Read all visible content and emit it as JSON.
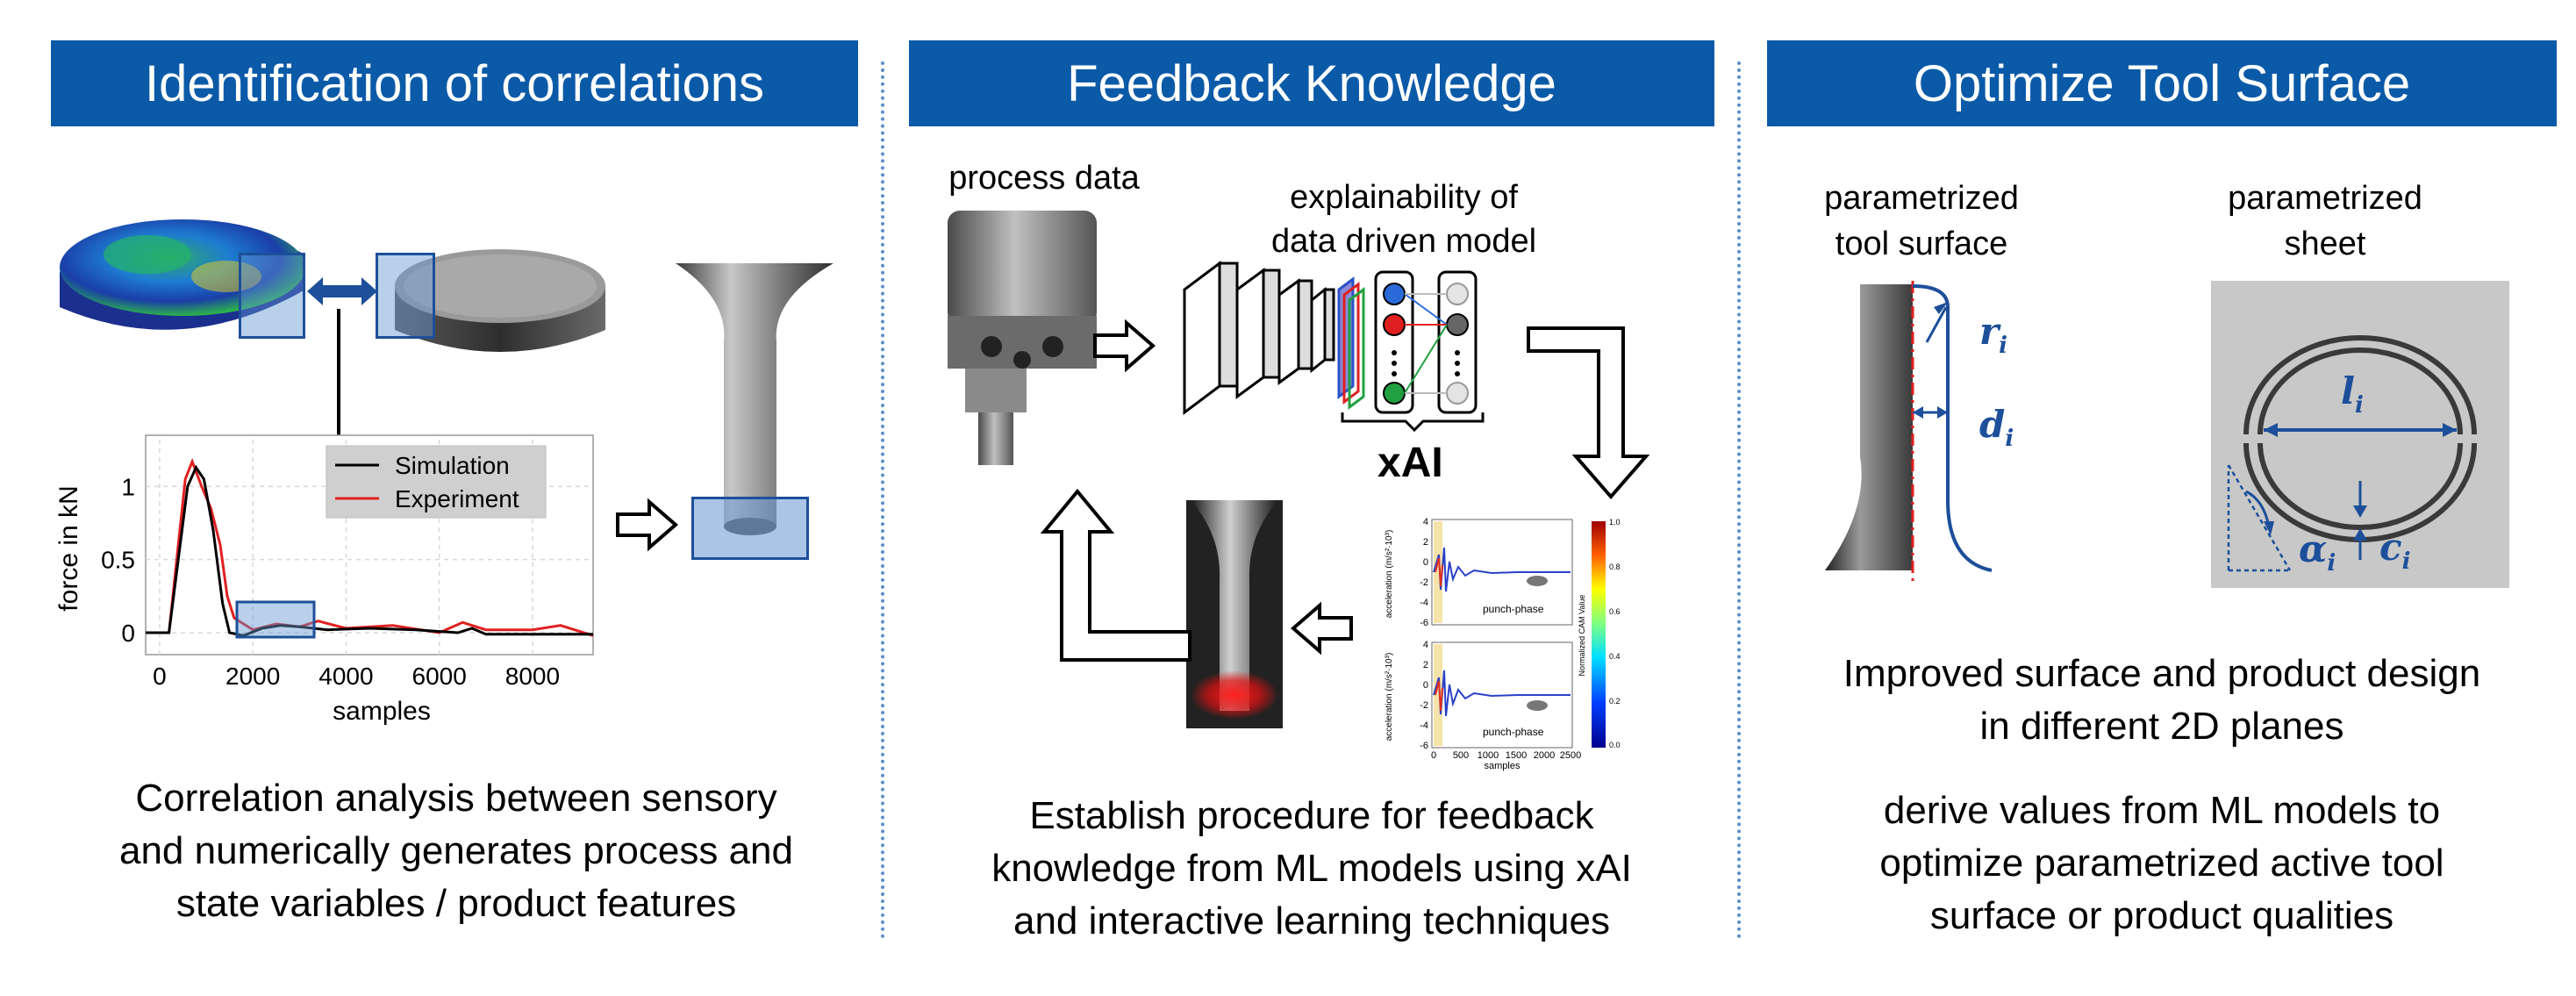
{
  "panels": [
    {
      "title": "Identification of correlations",
      "caption": [
        "Correlation analysis between sensory",
        "and numerically generates process and",
        "state variables / product features"
      ]
    },
    {
      "title": "Feedback Knowledge",
      "caption": [
        "Establish procedure for feedback",
        "knowledge from ML models using xAI",
        "and interactive learning techniques"
      ]
    },
    {
      "title": "Optimize Tool Surface",
      "caption": [
        "derive values from ML models to",
        "optimize parametrized active tool",
        "surface or product qualities"
      ]
    }
  ],
  "panel1": {
    "chart": {
      "ylabel": "force in kN",
      "xlabel": "samples",
      "yticks": [
        "1",
        "0.5",
        "0"
      ],
      "xticks": [
        "0",
        "2000",
        "4000",
        "6000",
        "8000"
      ],
      "legend": [
        "Simulation",
        "Experiment"
      ]
    }
  },
  "panel2": {
    "process_data_label": "process data",
    "xai_model_label": [
      "explainability of",
      "data driven model"
    ],
    "xai_label": "xAI",
    "cam_chart": {
      "ylabel": "acceleration (m/s²·10³)",
      "xlabel": "samples",
      "colorbar_label": "Normalized CAM Value",
      "phase_label": "punch-phase",
      "yticks_top": [
        "4",
        "2",
        "0",
        "-2",
        "-4",
        "-6"
      ],
      "yticks_bottom": [
        "4",
        "2",
        "0",
        "-2",
        "-4",
        "-6"
      ],
      "xticks": [
        "0",
        "500",
        "1000",
        "1500",
        "2000",
        "2500"
      ],
      "colorbar_ticks": [
        "1.0",
        "0.8",
        "0.6",
        "0.4",
        "0.2",
        "0.0"
      ]
    }
  },
  "panel3": {
    "tool_label": [
      "parametrized",
      "tool surface"
    ],
    "sheet_label": [
      "parametrized",
      "sheet"
    ],
    "result_caption": [
      "Improved surface and product design",
      "in different 2D planes"
    ],
    "vars": {
      "r": "r",
      "r_sub": "i",
      "d": "d",
      "d_sub": "i",
      "l": "l",
      "l_sub": "i",
      "alpha": "α",
      "alpha_sub": "i",
      "c": "c",
      "c_sub": "i"
    }
  },
  "colors": {
    "title_bar": "#0b5aa8",
    "accent_blue": "#1d4f9a",
    "simulation": "#000000",
    "experiment": "#e02020"
  }
}
